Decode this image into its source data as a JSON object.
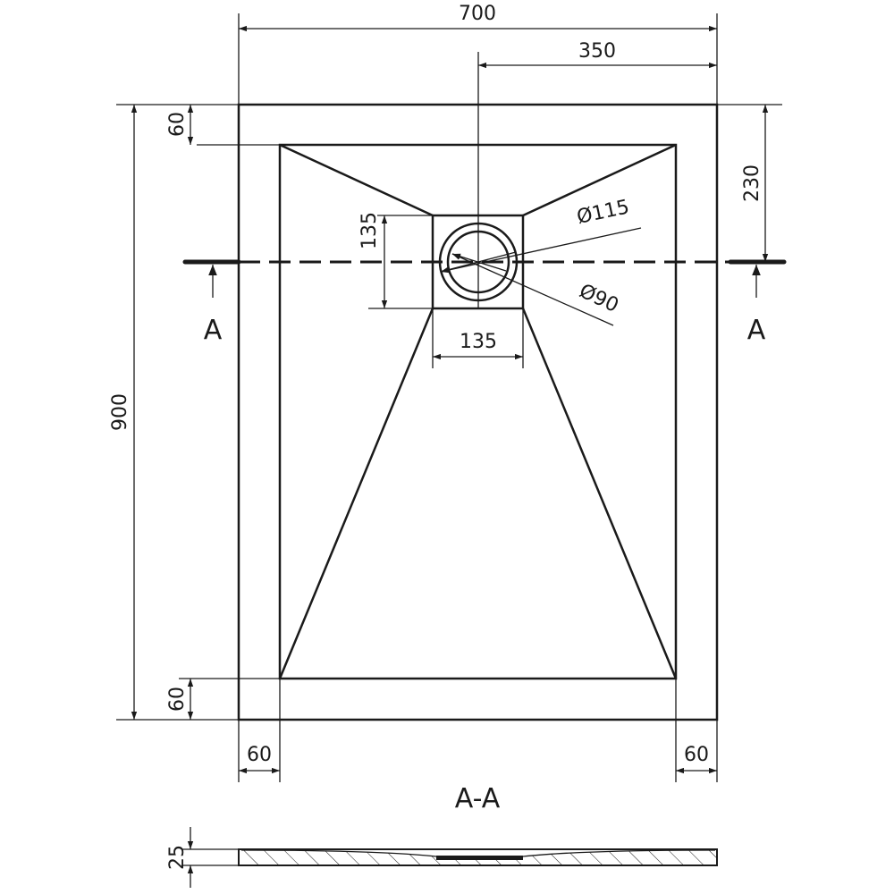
{
  "dimensions": {
    "overall_width": "700",
    "half_width": "350",
    "overall_length": "900",
    "top_border": "60",
    "bottom_border": "60",
    "left_border": "60",
    "right_border": "60",
    "drain_offset": "230",
    "drain_box_height": "135",
    "drain_box_width": "135",
    "drain_outer_diameter": "Ø115",
    "drain_inner_diameter": "Ø90",
    "tray_height": "25"
  },
  "section": {
    "marker_left": "A",
    "marker_right": "A",
    "title": "A-A"
  }
}
